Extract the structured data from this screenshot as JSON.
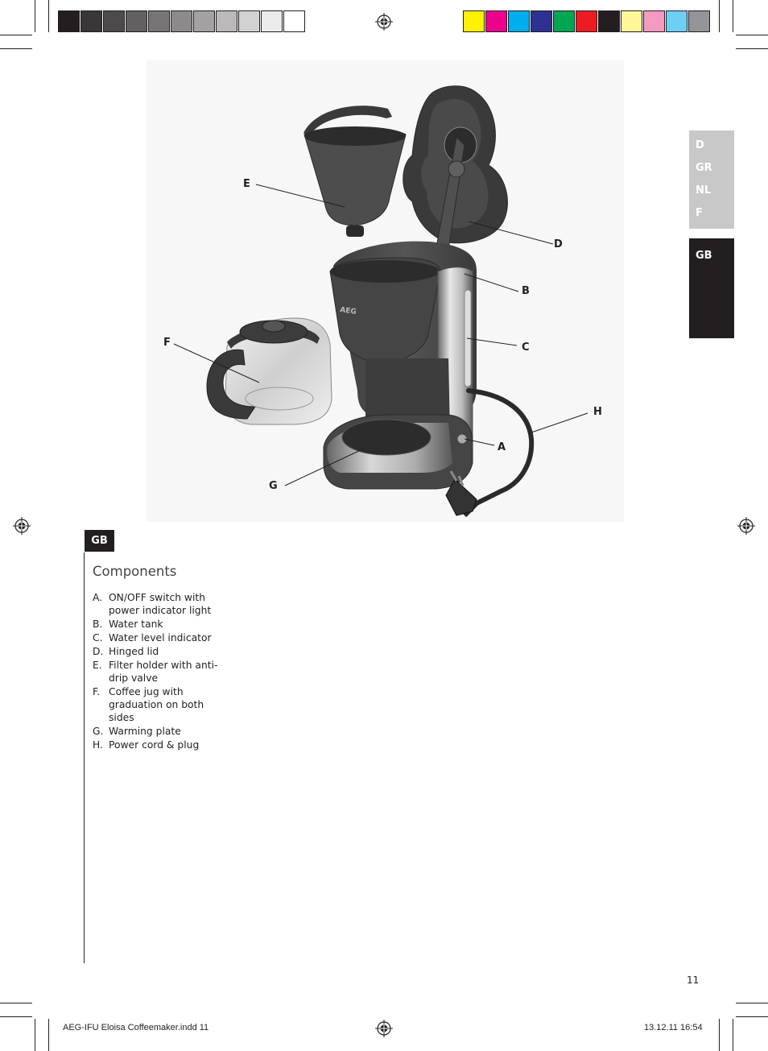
{
  "print_marks": {
    "grayscale_swatches": [
      "#231f20",
      "#3a3738",
      "#4d4a4b",
      "#626061",
      "#777576",
      "#8c8a8b",
      "#a3a1a2",
      "#bbb9ba",
      "#d3d2d2",
      "#ebebeb",
      "#ffffff"
    ],
    "color_swatches": [
      "#fff200",
      "#ec008c",
      "#00aeef",
      "#2e3192",
      "#00a651",
      "#ed1c24",
      "#231f20",
      "#fff799",
      "#f49ac1",
      "#6dcff6",
      "#939598"
    ]
  },
  "side_tabs": {
    "other_languages": [
      "D",
      "GR",
      "NL",
      "F"
    ],
    "current_language": "GB",
    "inactive_color": "#c8c8c8",
    "active_color": "#231f20"
  },
  "illustration": {
    "callouts": [
      "E",
      "D",
      "B",
      "F",
      "C",
      "H",
      "A",
      "G"
    ],
    "brand_on_body": "AEG"
  },
  "section": {
    "language_badge": "GB",
    "heading": "Components",
    "components": [
      {
        "letter": "A.",
        "text": "ON/OFF switch with power indicator light"
      },
      {
        "letter": "B.",
        "text": "Water tank"
      },
      {
        "letter": "C.",
        "text": "Water level indicator"
      },
      {
        "letter": "D.",
        "text": "Hinged lid"
      },
      {
        "letter": "E.",
        "text": "Filter holder with anti-drip valve"
      },
      {
        "letter": "F.",
        "text": "Coffee jug with graduation on both sides"
      },
      {
        "letter": "G.",
        "text": "Warming plate"
      },
      {
        "letter": "H.",
        "text": "Power cord & plug"
      }
    ]
  },
  "page_number": "11",
  "footer": {
    "file": "AEG-IFU Eloisa Coffeemaker.indd   11",
    "date_time": "13.12.11   16:54"
  }
}
